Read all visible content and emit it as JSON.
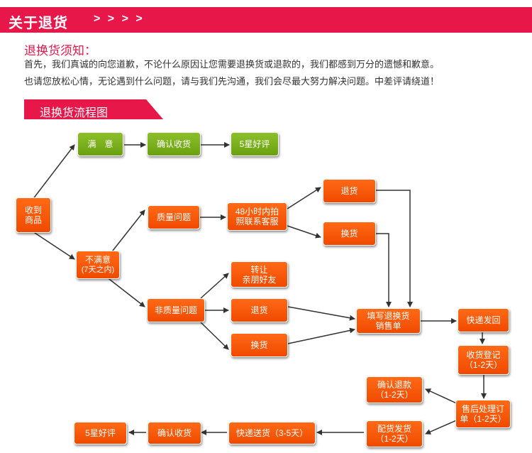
{
  "header": {
    "title": "关于退货",
    "chevrons": "> > > >"
  },
  "notice": {
    "title": "退换货须知：",
    "line1": "首先，我们真诚的向您道歉，不论什么原因让您需要退换货或退款的，我们都感到万分的遗憾和歉意。",
    "line2": "也请您放松心情，无论遇到什么问题，请与我们先沟通，我们会尽最大努力解决问题。中差评请绕道！"
  },
  "flow": {
    "title": "退换货流程图",
    "nodes": {
      "receive": [
        "收到",
        "商品"
      ],
      "satisfied": "满　意",
      "confirm_receipt_top": "确认收货",
      "five_star_top": "5星好评",
      "unsatisfied": [
        "不满意",
        "(7天之内)"
      ],
      "quality_issue": "质量问题",
      "contact_48h": [
        "48小时内拍",
        "照联系客服"
      ],
      "return_top": "退货",
      "exchange_top": "换货",
      "transfer": [
        "转让",
        "亲朋好友"
      ],
      "non_quality_issue": "非质量问题",
      "return_mid": "退货",
      "exchange_mid": "换货",
      "fill_form": [
        "填写退换货",
        "销售单"
      ],
      "express_back": "快递发回",
      "receipt_register": [
        "收货登记",
        "（1-2天）"
      ],
      "after_sale": [
        "售后处理订",
        "单（1-2天）"
      ],
      "confirm_refund": [
        "确认退款",
        "（1-2天）"
      ],
      "ship_out": [
        "配货发货",
        "（1-2天）"
      ],
      "express_delivery": "快递送货（3-5天）",
      "confirm_receipt_bottom": "确认收货",
      "five_star_bottom": "5星好评"
    },
    "colors": {
      "orange": "#f25a0c",
      "green": "#7ab01e",
      "accent": "#e8174a",
      "arrow": "#333333"
    }
  }
}
